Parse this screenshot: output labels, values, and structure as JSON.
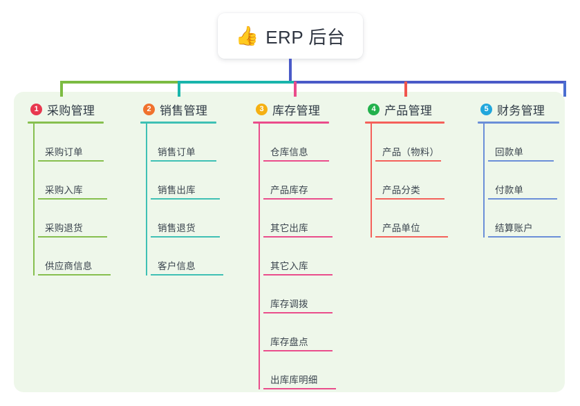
{
  "root": {
    "icon": "thumbs-up-emoji",
    "emoji": "👍",
    "title": "ERP 后台"
  },
  "theme": {
    "panel_bg": "#eef7ea",
    "card_bg": "#ffffff",
    "trunk": "#4a5ac8",
    "bar_green": "#7cbb42",
    "bar_teal": "#19b5ac",
    "bar_blue": "#4a5ac8",
    "text": "#2f3a45"
  },
  "columns": [
    {
      "number": "1",
      "title": "采购管理",
      "badge_color": "#e8384f",
      "accent": "#86bf4e",
      "items": [
        "采购订单",
        "采购入库",
        "采购退货",
        "供应商信息"
      ]
    },
    {
      "number": "2",
      "title": "销售管理",
      "badge_color": "#f0722e",
      "accent": "#3ec0b4",
      "items": [
        "销售订单",
        "销售出库",
        "销售退货",
        "客户信息"
      ]
    },
    {
      "number": "3",
      "title": "库存管理",
      "badge_color": "#f5b012",
      "accent": "#ea4c8b",
      "items": [
        "仓库信息",
        "产品库存",
        "其它出库",
        "其它入库",
        "库存调拨",
        "库存盘点",
        "出库库明细"
      ]
    },
    {
      "number": "4",
      "title": "产品管理",
      "badge_color": "#22b14c",
      "accent": "#f4605a",
      "items": [
        "产品（物料）",
        "产品分类",
        "产品单位"
      ]
    },
    {
      "number": "5",
      "title": "财务管理",
      "badge_color": "#21a7dc",
      "accent": "#6a8ed8",
      "items": [
        "回款单",
        "付款单",
        "结算账户"
      ]
    }
  ]
}
